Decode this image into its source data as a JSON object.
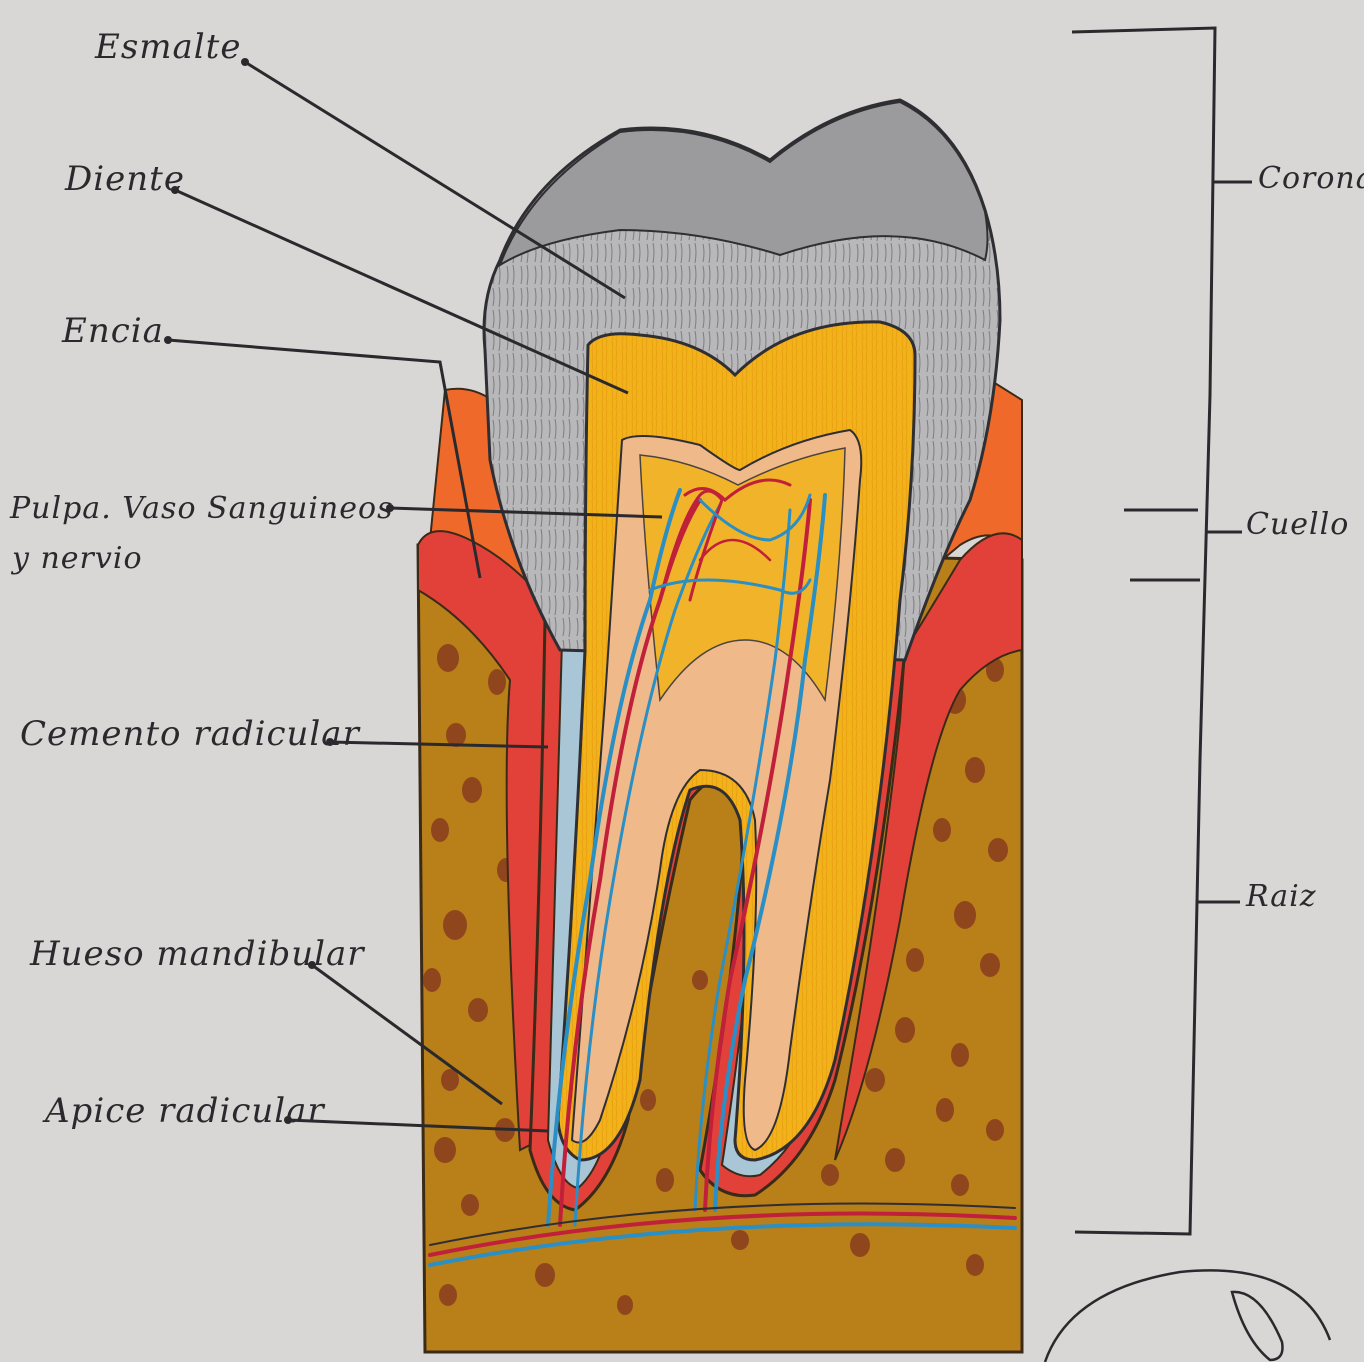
{
  "labels": {
    "esmalte": "Esmalte",
    "diente": "Diente",
    "encia": "Encia",
    "pulpa_line1": "Pulpa. Vaso Sanguineos",
    "pulpa_line2": "y nervio",
    "cemento": "Cemento radicular",
    "hueso": "Hueso mandibular",
    "apice": "Apice radicular"
  },
  "regions": {
    "corona": "Corona",
    "cuello": "Cuello",
    "raiz": "Raiz"
  },
  "colors": {
    "paper": "#d9d7d5",
    "enamel": "#a9a9ab",
    "dentin": "#f2b21a",
    "gum": "#e2413a",
    "gum_outer": "#ef6a2a",
    "bone": "#b97f18",
    "bone_spot": "#8a3d1e",
    "cementum": "#a8c6d6",
    "pulp": "#f0b98a",
    "vessel_red": "#c0203a",
    "vessel_blue": "#2a8fc4"
  }
}
